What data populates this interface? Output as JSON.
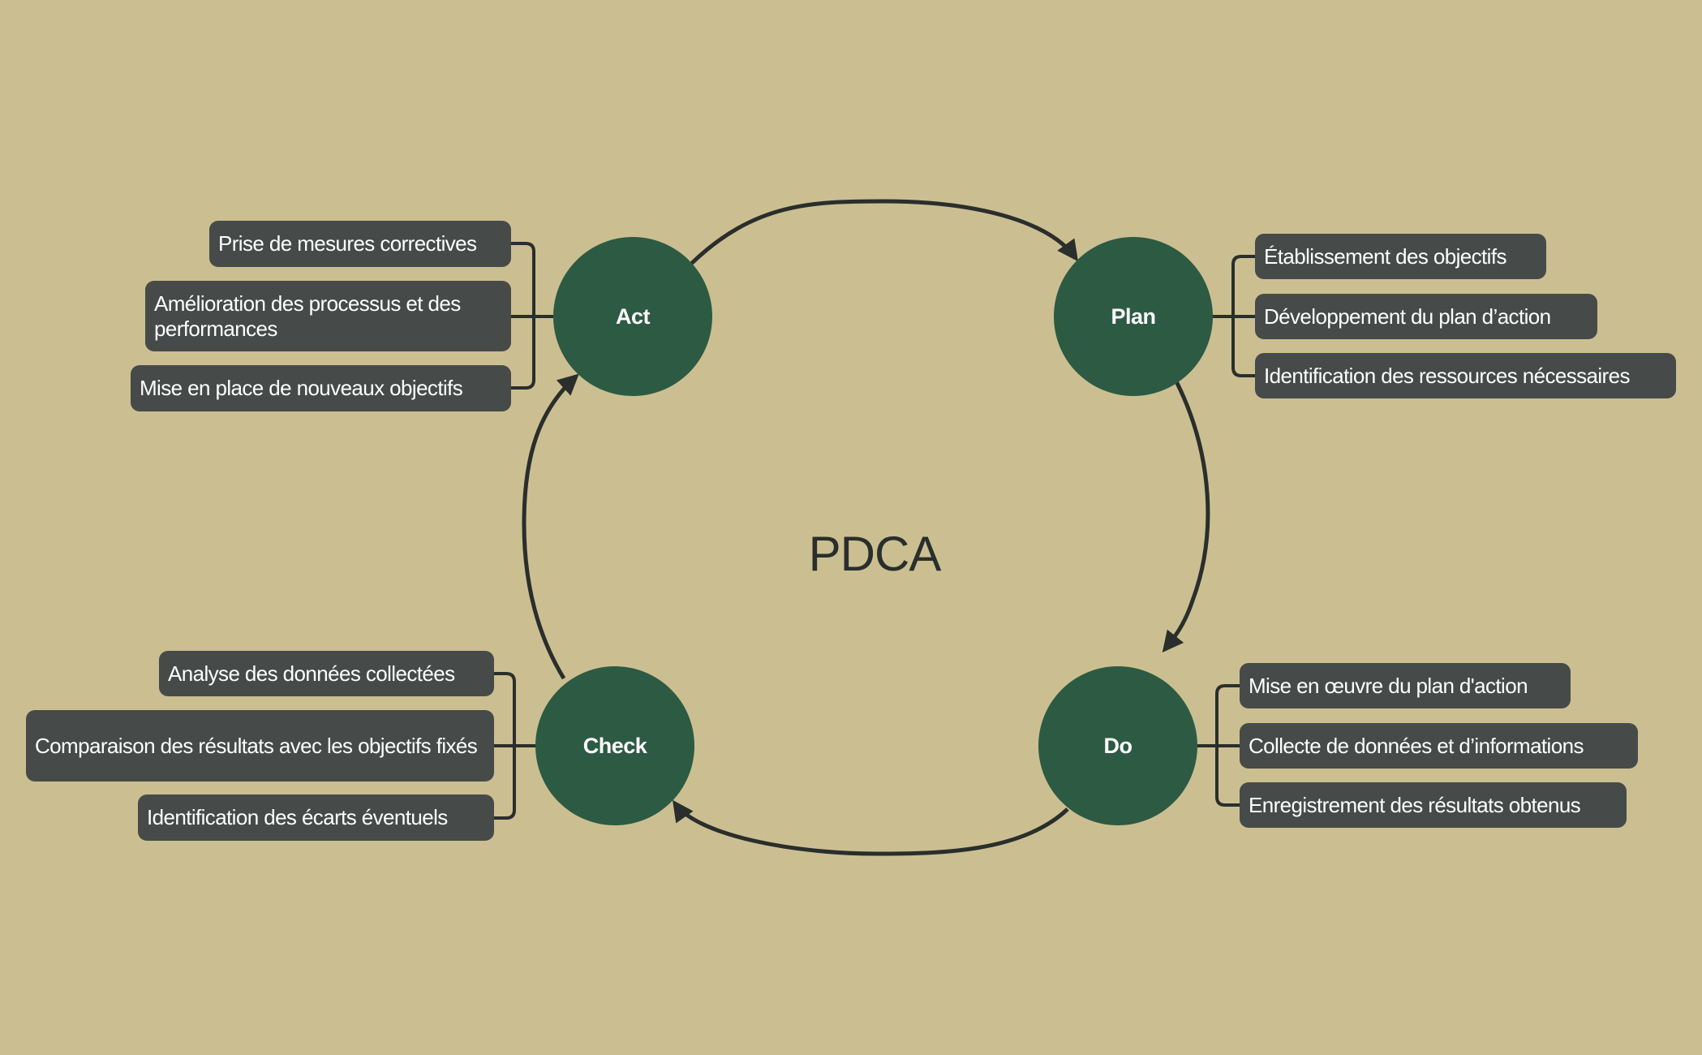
{
  "diagram": {
    "title": "PDCA",
    "colors": {
      "background": "#cbbf91",
      "phase_fill": "#2d5a43",
      "topic_fill": "#464a49",
      "connector": "#2a2e2c",
      "text_light": "#ffffff",
      "title_text": "#2a2e2c"
    },
    "phases": {
      "plan": {
        "label": "Plan",
        "items": [
          "Établissement des objectifs",
          "Développement du plan d’action",
          "Identification des ressources nécessaires"
        ]
      },
      "do": {
        "label": "Do",
        "items": [
          "Mise en œuvre du plan d'action",
          "Collecte de données et d’informations",
          "Enregistrement des résultats obtenus"
        ]
      },
      "check": {
        "label": "Check",
        "items": [
          "Analyse des données collectées",
          "Comparaison des résultats avec les objectifs fixés",
          "Identification des écarts éventuels"
        ]
      },
      "act": {
        "label": "Act",
        "items": [
          "Prise de mesures correctives",
          "Amélioration des processus et des performances",
          "Mise en place de nouveaux objectifs"
        ]
      }
    },
    "cycle": [
      {
        "from": "Act",
        "to": "Plan"
      },
      {
        "from": "Plan",
        "to": "Do"
      },
      {
        "from": "Do",
        "to": "Check"
      },
      {
        "from": "Check",
        "to": "Act"
      }
    ]
  }
}
